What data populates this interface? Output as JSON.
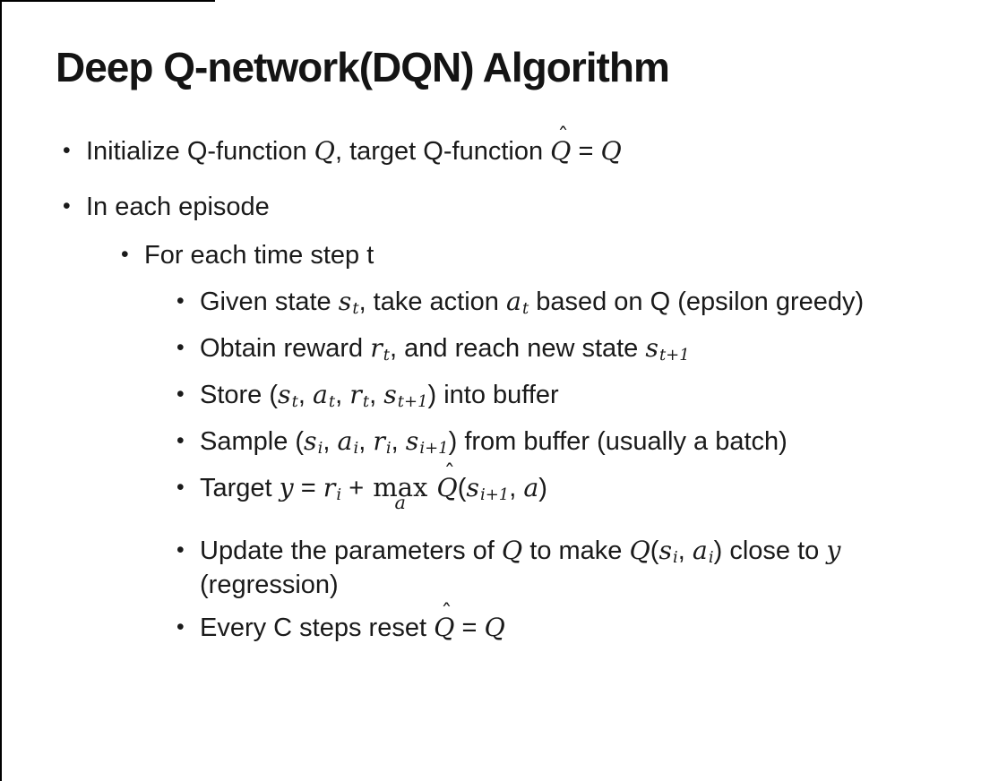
{
  "slide": {
    "background": "#ffffff",
    "edge_color": "#000000",
    "text_color": "#1a1a1a"
  },
  "title": "Deep Q-network(DQN) Algorithm",
  "bullet_char": "•",
  "hat_char": "ˆ",
  "bullets": [
    {
      "level": 1,
      "segments": [
        {
          "type": "t",
          "text": "Initialize Q-function "
        },
        {
          "type": "v",
          "text": "Q"
        },
        {
          "type": "t",
          "text": ", target Q-function "
        },
        {
          "type": "hat",
          "text": "Q"
        },
        {
          "type": "t",
          "text": " = "
        },
        {
          "type": "v",
          "text": "Q"
        }
      ]
    },
    {
      "level": 1,
      "segments": [
        {
          "type": "t",
          "text": "In each episode"
        }
      ]
    },
    {
      "level": 2,
      "segments": [
        {
          "type": "t",
          "text": "For each time step t"
        }
      ]
    },
    {
      "level": 3,
      "segments": [
        {
          "type": "t",
          "text": "Given state "
        },
        {
          "type": "v",
          "text": "s"
        },
        {
          "type": "sub",
          "text": "t"
        },
        {
          "type": "t",
          "text": ", take action "
        },
        {
          "type": "v",
          "text": "a"
        },
        {
          "type": "sub",
          "text": "t"
        },
        {
          "type": "t",
          "text": " based on Q (epsilon greedy)"
        }
      ]
    },
    {
      "level": 3,
      "segments": [
        {
          "type": "t",
          "text": "Obtain reward "
        },
        {
          "type": "v",
          "text": "r"
        },
        {
          "type": "sub",
          "text": "t"
        },
        {
          "type": "t",
          "text": ", and reach new state "
        },
        {
          "type": "v",
          "text": "s"
        },
        {
          "type": "sub",
          "text": "t+1"
        }
      ]
    },
    {
      "level": 3,
      "segments": [
        {
          "type": "t",
          "text": "Store ("
        },
        {
          "type": "v",
          "text": "s"
        },
        {
          "type": "sub",
          "text": "t"
        },
        {
          "type": "t",
          "text": ", "
        },
        {
          "type": "v",
          "text": "a"
        },
        {
          "type": "sub",
          "text": "t"
        },
        {
          "type": "t",
          "text": ", "
        },
        {
          "type": "v",
          "text": "r"
        },
        {
          "type": "sub",
          "text": "t"
        },
        {
          "type": "t",
          "text": ", "
        },
        {
          "type": "v",
          "text": "s"
        },
        {
          "type": "sub",
          "text": "t+1"
        },
        {
          "type": "t",
          "text": ") into buffer"
        }
      ]
    },
    {
      "level": 3,
      "segments": [
        {
          "type": "t",
          "text": "Sample ("
        },
        {
          "type": "v",
          "text": "s"
        },
        {
          "type": "sub",
          "text": "i"
        },
        {
          "type": "t",
          "text": ", "
        },
        {
          "type": "v",
          "text": "a"
        },
        {
          "type": "sub",
          "text": "i"
        },
        {
          "type": "t",
          "text": ", "
        },
        {
          "type": "v",
          "text": "r"
        },
        {
          "type": "sub",
          "text": "i"
        },
        {
          "type": "t",
          "text": ", "
        },
        {
          "type": "v",
          "text": "s"
        },
        {
          "type": "sub",
          "text": "i+1"
        },
        {
          "type": "t",
          "text": ") from buffer (usually a batch)"
        }
      ]
    },
    {
      "level": 3,
      "segments": [
        {
          "type": "t",
          "text": "Target "
        },
        {
          "type": "v",
          "text": "y"
        },
        {
          "type": "t",
          "text": " = "
        },
        {
          "type": "v",
          "text": "r"
        },
        {
          "type": "sub",
          "text": "i"
        },
        {
          "type": "t",
          "text": " + "
        },
        {
          "type": "max",
          "text": "max",
          "under": "a"
        },
        {
          "type": "t",
          "text": " "
        },
        {
          "type": "hat",
          "text": "Q"
        },
        {
          "type": "t",
          "text": "("
        },
        {
          "type": "v",
          "text": "s"
        },
        {
          "type": "sub",
          "text": "i+1"
        },
        {
          "type": "t",
          "text": ", "
        },
        {
          "type": "v",
          "text": "a"
        },
        {
          "type": "t",
          "text": ")"
        }
      ]
    },
    {
      "level": 3,
      "segments": [
        {
          "type": "t",
          "text": "Update the parameters of "
        },
        {
          "type": "v",
          "text": "Q"
        },
        {
          "type": "t",
          "text": " to make "
        },
        {
          "type": "v",
          "text": "Q"
        },
        {
          "type": "t",
          "text": "("
        },
        {
          "type": "v",
          "text": "s"
        },
        {
          "type": "sub",
          "text": "i"
        },
        {
          "type": "t",
          "text": ", "
        },
        {
          "type": "v",
          "text": "a"
        },
        {
          "type": "sub",
          "text": "i"
        },
        {
          "type": "t",
          "text": ") close to "
        },
        {
          "type": "v",
          "text": "y"
        },
        {
          "type": "t",
          "text": " (regression)"
        }
      ]
    },
    {
      "level": 3,
      "segments": [
        {
          "type": "t",
          "text": "Every C steps reset "
        },
        {
          "type": "hat",
          "text": "Q"
        },
        {
          "type": "t",
          "text": " = "
        },
        {
          "type": "v",
          "text": "Q"
        }
      ]
    }
  ]
}
